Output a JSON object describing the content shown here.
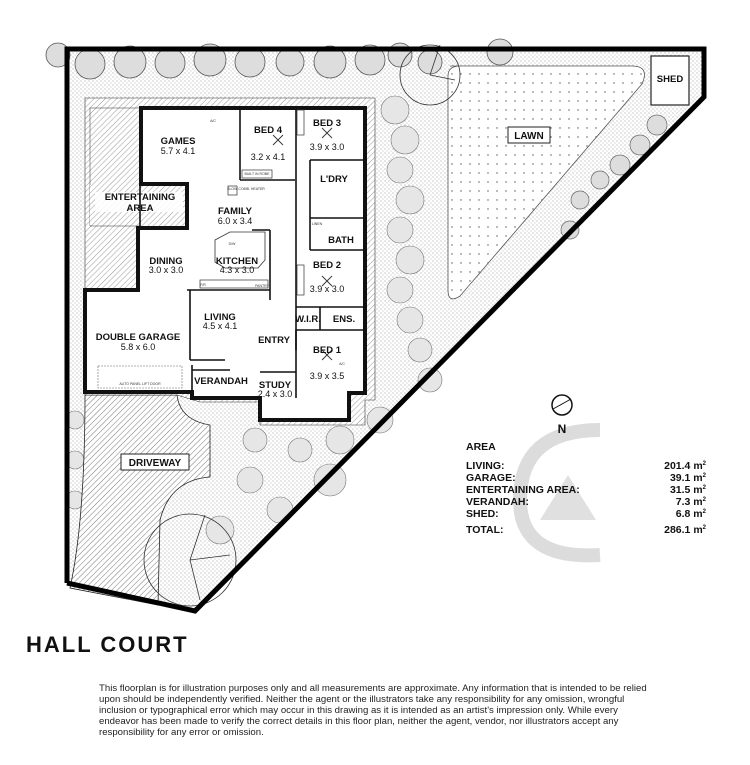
{
  "title": "HALL COURT",
  "rooms": {
    "games": {
      "name": "GAMES",
      "dims": "5.7 x 4.1"
    },
    "bed4": {
      "name": "BED 4",
      "dims": "3.2 x 4.1"
    },
    "bed3": {
      "name": "BED 3",
      "dims": "3.9 x 3.0"
    },
    "laundry": {
      "name": "L'DRY"
    },
    "family": {
      "name": "FAMILY",
      "dims": "6.0 x 3.4"
    },
    "entertaining": {
      "name": "ENTERTAINING AREA"
    },
    "bath": {
      "name": "BATH"
    },
    "dining": {
      "name": "DINING",
      "dims": "3.0 x 3.0"
    },
    "kitchen": {
      "name": "KITCHEN",
      "dims": "4.3 x 3.0"
    },
    "bed2": {
      "name": "BED 2",
      "dims": "3.9 x 3.0"
    },
    "garage": {
      "name": "DOUBLE GARAGE",
      "dims": "5.8 x 6.0"
    },
    "living": {
      "name": "LIVING",
      "dims": "4.5 x 4.1"
    },
    "wir": {
      "name": "W.I.R."
    },
    "ens": {
      "name": "ENS."
    },
    "entry": {
      "name": "ENTRY"
    },
    "bed1": {
      "name": "BED 1",
      "dims": "3.9 x 3.5"
    },
    "verandah": {
      "name": "VERANDAH"
    },
    "study": {
      "name": "STUDY",
      "dims": "2.4 x 3.0"
    },
    "driveway": {
      "name": "DRIVEWAY"
    },
    "lawn": {
      "name": "LAWN"
    },
    "shed": {
      "name": "SHED"
    }
  },
  "fixtures": {
    "ac": "A/C",
    "built_in_robe": "BUILT IN ROBE",
    "slow_combustion_heater": "SLOW COMB. HEATER",
    "linen": "LINEN",
    "pantry": "PANTRY",
    "fridge": "F/R",
    "dishwasher": "D/W",
    "garage_door": "AUTO PANEL LIFT DOOR"
  },
  "compass": {
    "label": "N",
    "icon": "north-arrow-icon"
  },
  "area": {
    "heading": "AREA",
    "rows": [
      {
        "label": "LIVING:",
        "value": "201.4 m",
        "unit_sup": "2"
      },
      {
        "label": "GARAGE:",
        "value": "39.1 m",
        "unit_sup": "2"
      },
      {
        "label": "ENTERTAINING AREA:",
        "value": "31.5 m",
        "unit_sup": "2"
      },
      {
        "label": "VERANDAH:",
        "value": "7.3 m",
        "unit_sup": "2"
      },
      {
        "label": "SHED:",
        "value": "6.8 m",
        "unit_sup": "2"
      }
    ],
    "total": {
      "label": "TOTAL:",
      "value": "286.1 m",
      "unit_sup": "2"
    }
  },
  "disclaimer": "This floorplan is for illustration purposes only and all measurements are approximate. Any information that is intended to be relied upon should be independently verified. Neither the agent or the illustrators take any responsibility for any omission, wrongful inclusion or typographical error which may occur in this drawing as it is intended as an artist's impression only. While every endeavor has been made to verify the correct details in this floor plan, neither the agent, vendor, nor illustrators accept any responsibility for any error or omission."
}
